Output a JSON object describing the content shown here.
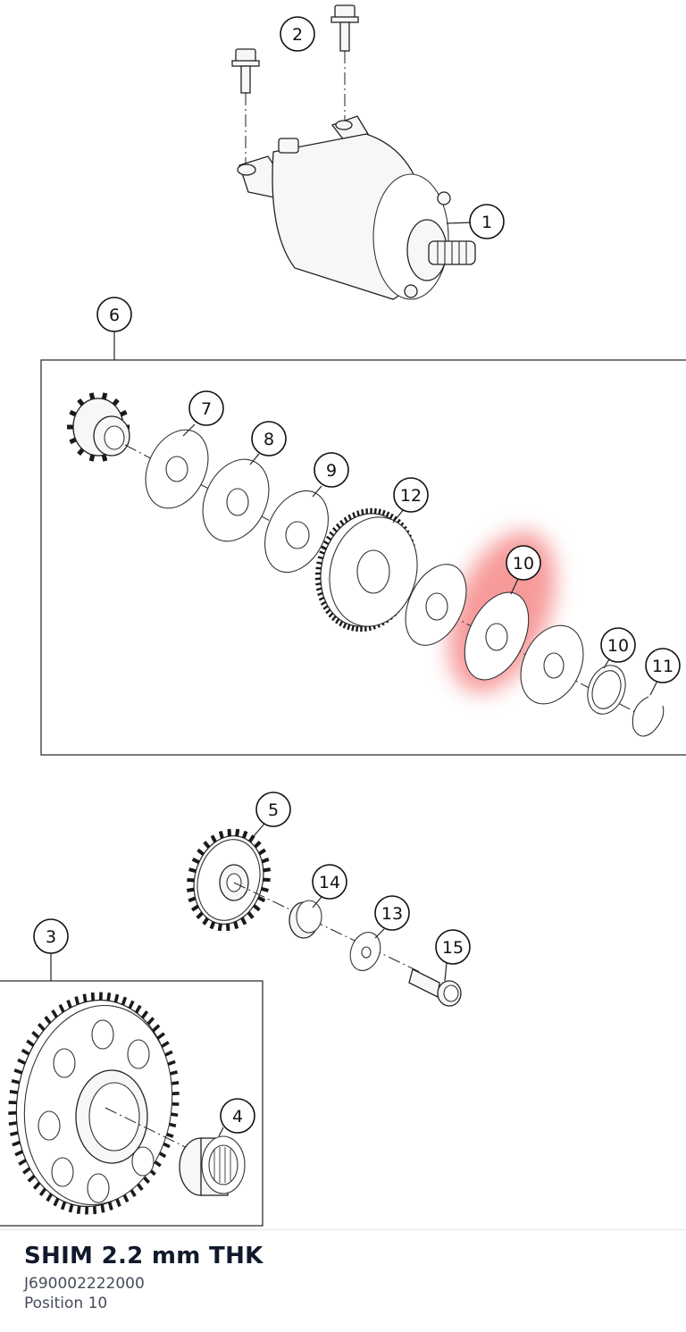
{
  "part": {
    "title": "SHIM 2.2 mm THK",
    "number": "J690002222000",
    "position": "Position 10"
  },
  "callouts": [
    "1",
    "2",
    "3",
    "4",
    "5",
    "6",
    "7",
    "8",
    "9",
    "10",
    "10",
    "11",
    "12",
    "13",
    "14",
    "15"
  ],
  "highlight": {
    "callout": "10",
    "color": "#f04848"
  }
}
